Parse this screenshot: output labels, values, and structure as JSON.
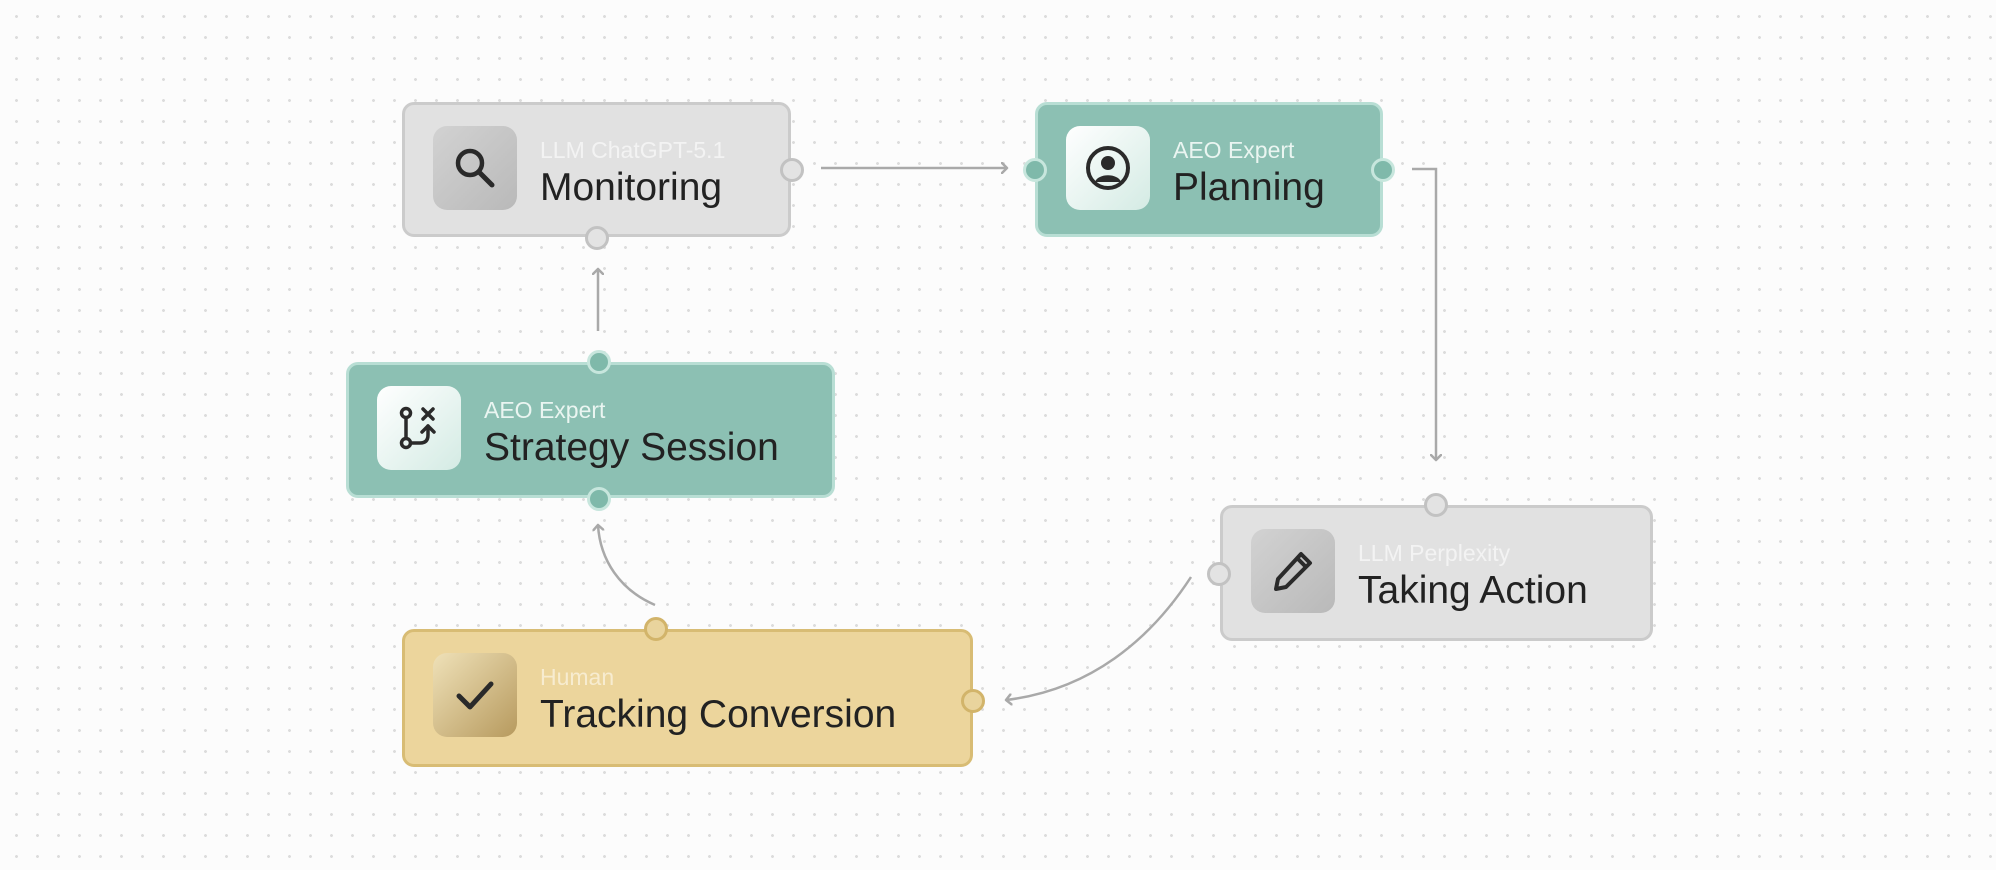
{
  "nodes": {
    "monitoring": {
      "subtitle": "LLM ChatGPT-5.1",
      "title": "Monitoring",
      "icon": "search-icon",
      "color": "#e1e1e1"
    },
    "planning": {
      "subtitle": "AEO Expert",
      "title": "Planning",
      "icon": "user-circle-icon",
      "color": "#8cc0b3"
    },
    "strategy_session": {
      "subtitle": "AEO Expert",
      "title": "Strategy Session",
      "icon": "git-branch-icon",
      "color": "#8cc0b3"
    },
    "taking_action": {
      "subtitle": "LLM Perplexity",
      "title": "Taking Action",
      "icon": "pencil-icon",
      "color": "#e1e1e1"
    },
    "tracking_conversion": {
      "subtitle": "Human",
      "title": "Tracking Conversion",
      "icon": "checkmark-icon",
      "color": "#ecd59c"
    }
  },
  "edges": [
    {
      "from": "monitoring",
      "to": "planning"
    },
    {
      "from": "planning",
      "to": "taking_action"
    },
    {
      "from": "taking_action",
      "to": "tracking_conversion"
    },
    {
      "from": "tracking_conversion",
      "to": "strategy_session"
    },
    {
      "from": "strategy_session",
      "to": "monitoring"
    }
  ],
  "colors": {
    "gray_node": "#e1e1e1",
    "teal_node": "#8cc0b3",
    "gold_node": "#ecd59c",
    "edge": "#a9a9a9",
    "background": "#fcfcfc"
  }
}
